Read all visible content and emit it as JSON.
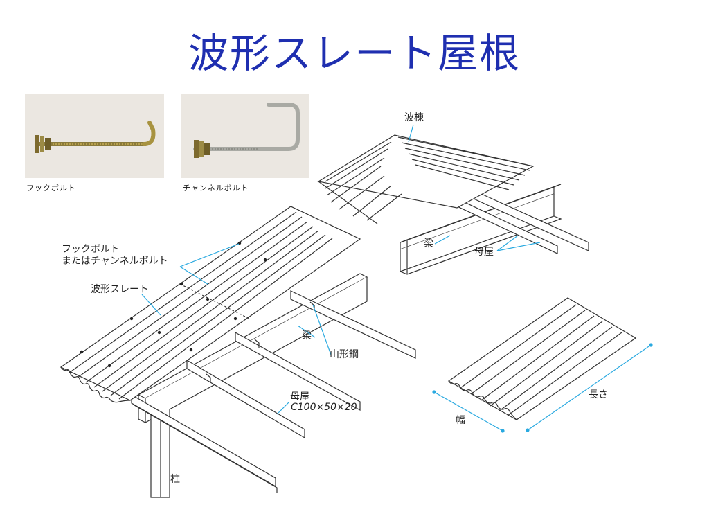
{
  "title": "波形スレート屋根",
  "photos": {
    "hook_bolt_caption": "フックボルト",
    "channel_bolt_caption": "チャンネルボルト"
  },
  "labels": {
    "ridge": "波棟",
    "beam_top": "梁",
    "purlin_top": "母屋",
    "bolt_line1": "フックボルト",
    "bolt_line2": "またはチャンネルボルト",
    "slate": "波形スレート",
    "beam_main": "梁",
    "angle_steel": "山形鋼",
    "purlin_main": "母屋",
    "purlin_spec": "C100×50×20",
    "column": "柱",
    "length": "長さ",
    "width": "幅"
  },
  "colors": {
    "title": "#1f2fb0",
    "leader": "#29a9e0",
    "line": "#333333"
  }
}
